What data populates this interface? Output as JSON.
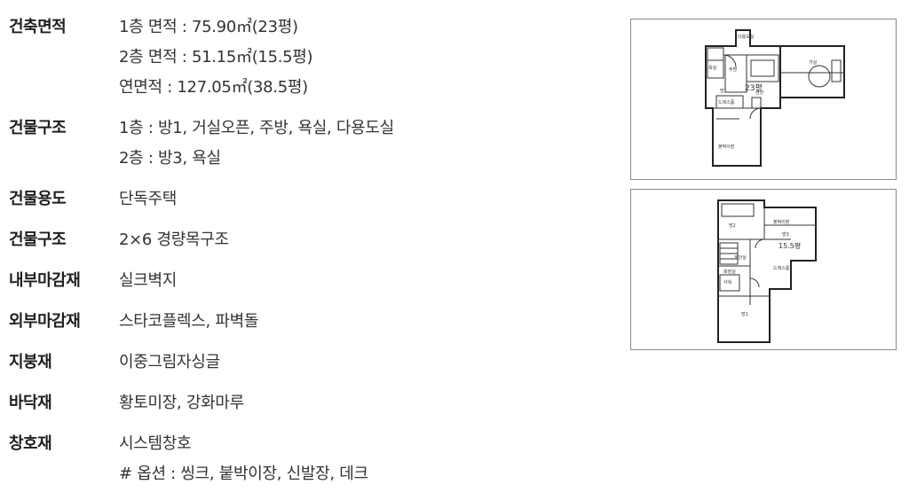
{
  "specs": [
    {
      "label": "건축면적",
      "values": [
        "1층 면적 : 75.90㎡(23평)",
        "2층 면적 : 51.15㎡(15.5평)",
        "연면적 : 127.05㎡(38.5평)"
      ]
    },
    {
      "label": "건물구조",
      "values": [
        "1층 : 방1, 거실오픈, 주방, 욕실, 다용도실",
        "2층 : 방3, 욕실"
      ]
    },
    {
      "label": "건물용도",
      "values": [
        "단독주택"
      ]
    },
    {
      "label": "건물구조",
      "values": [
        "2×6 경량목구조"
      ]
    },
    {
      "label": "내부마감재",
      "values": [
        "실크벽지"
      ]
    },
    {
      "label": "외부마감재",
      "values": [
        "스타코플렉스, 파벽돌"
      ]
    },
    {
      "label": "지붕재",
      "values": [
        "이중그림자싱글"
      ]
    },
    {
      "label": "바닥재",
      "values": [
        "황토미장, 강화마루"
      ]
    },
    {
      "label": "창호재",
      "values": [
        "시스템창호",
        "# 옵션 : 씽크, 붙박이장, 신발장, 데크"
      ]
    }
  ],
  "floorplans": {
    "first": {
      "area": "23평",
      "rooms": [
        "다용도실",
        "욕실",
        "주방",
        "거실",
        "현관",
        "방1",
        "드레스룸",
        "붙박이장"
      ]
    },
    "second": {
      "area": "15.5평",
      "rooms": [
        "방2",
        "방3",
        "붙박이장",
        "계단실",
        "화장실",
        "샤워",
        "드레스룸",
        "방1"
      ]
    }
  }
}
